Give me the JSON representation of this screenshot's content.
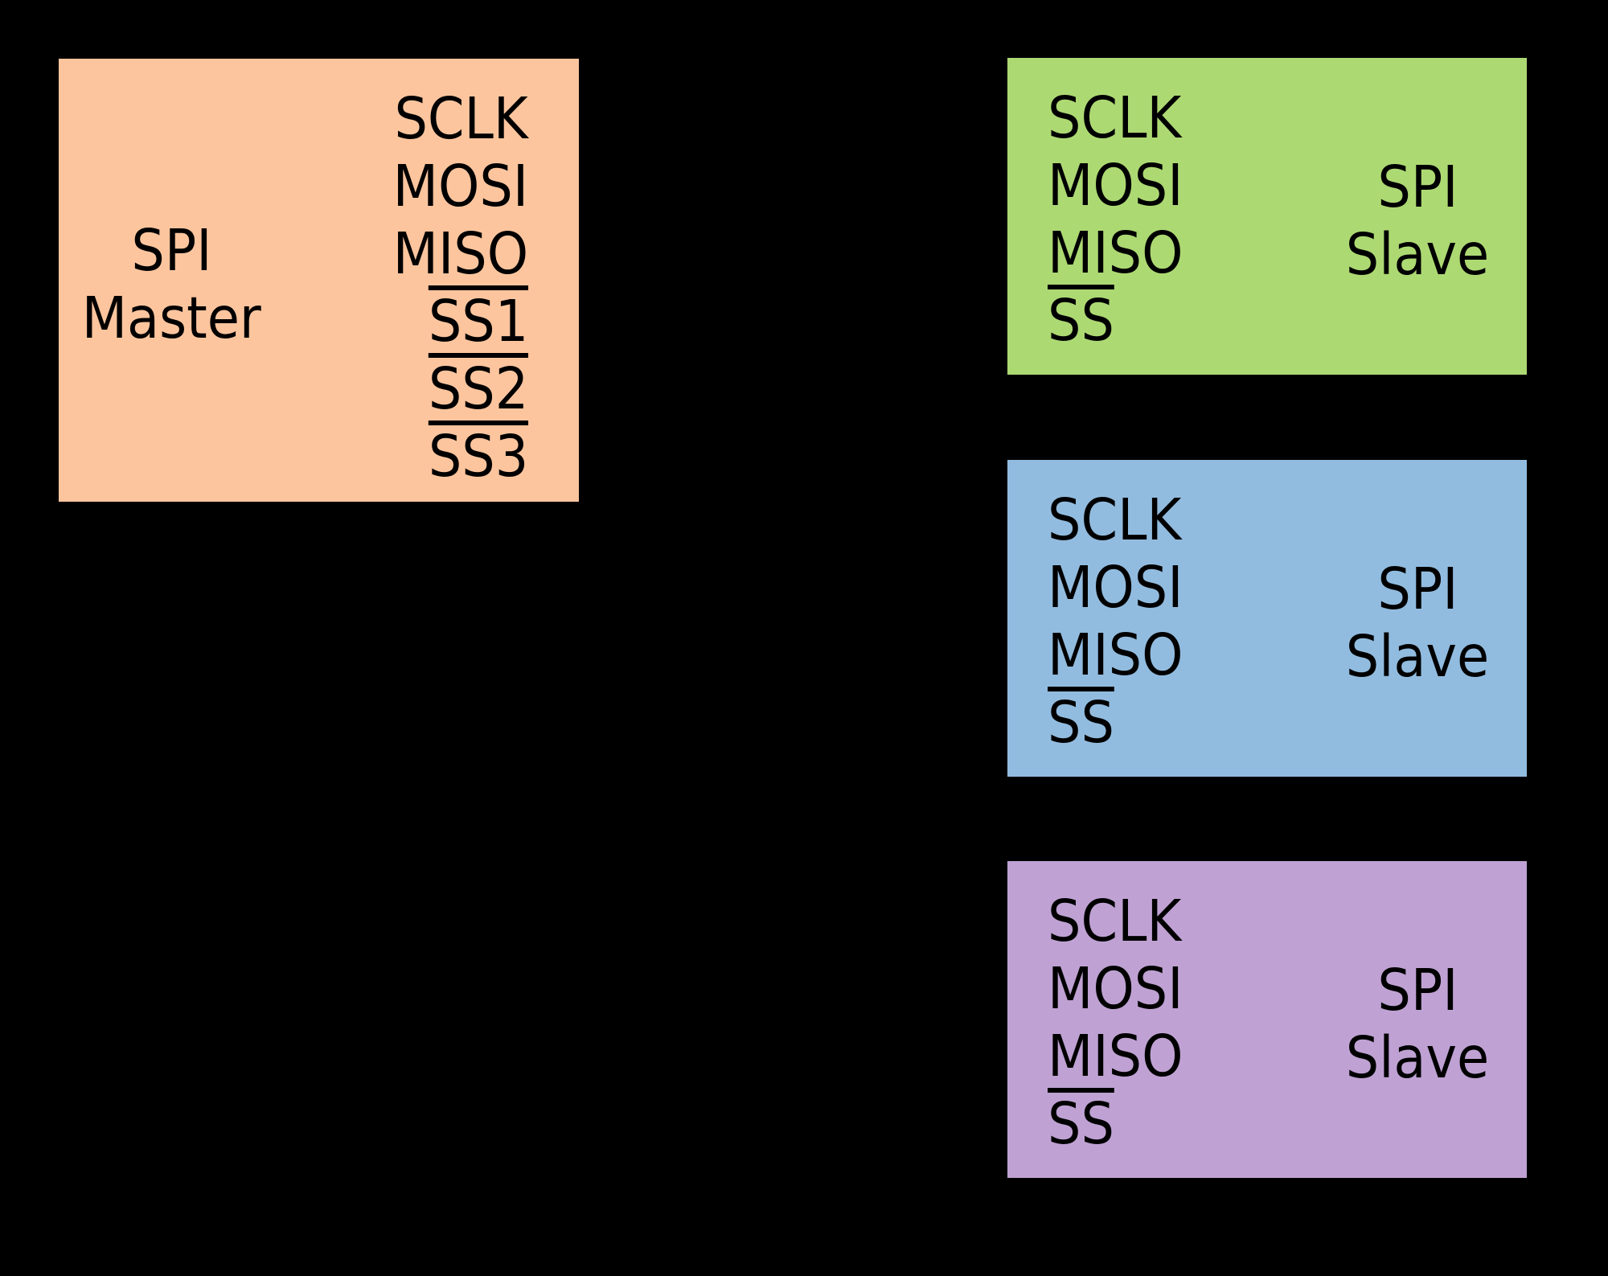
{
  "diagram": {
    "master": {
      "title_lines": [
        "SPI",
        "Master"
      ],
      "pins": [
        {
          "label": "SCLK",
          "overline": false
        },
        {
          "label": "MOSI",
          "overline": false
        },
        {
          "label": "MISO",
          "overline": false
        },
        {
          "label": "SS1",
          "overline": true
        },
        {
          "label": "SS2",
          "overline": true
        },
        {
          "label": "SS3",
          "overline": true
        }
      ]
    },
    "slaves": [
      {
        "title_lines": [
          "SPI",
          "Slave"
        ],
        "pins": [
          {
            "label": "SCLK",
            "overline": false
          },
          {
            "label": "MOSI",
            "overline": false
          },
          {
            "label": "MISO",
            "overline": false
          },
          {
            "label": "SS",
            "overline": true
          }
        ]
      },
      {
        "title_lines": [
          "SPI",
          "Slave"
        ],
        "pins": [
          {
            "label": "SCLK",
            "overline": false
          },
          {
            "label": "MOSI",
            "overline": false
          },
          {
            "label": "MISO",
            "overline": false
          },
          {
            "label": "SS",
            "overline": true
          }
        ]
      },
      {
        "title_lines": [
          "SPI",
          "Slave"
        ],
        "pins": [
          {
            "label": "SCLK",
            "overline": false
          },
          {
            "label": "MOSI",
            "overline": false
          },
          {
            "label": "MISO",
            "overline": false
          },
          {
            "label": "SS",
            "overline": true
          }
        ]
      }
    ],
    "colors": {
      "background": "#000000",
      "text": "#000000",
      "master": "#FDC59E",
      "slave1": "#ADD973",
      "slave2": "#92BCDF",
      "slave3": "#BFA2D3"
    }
  }
}
